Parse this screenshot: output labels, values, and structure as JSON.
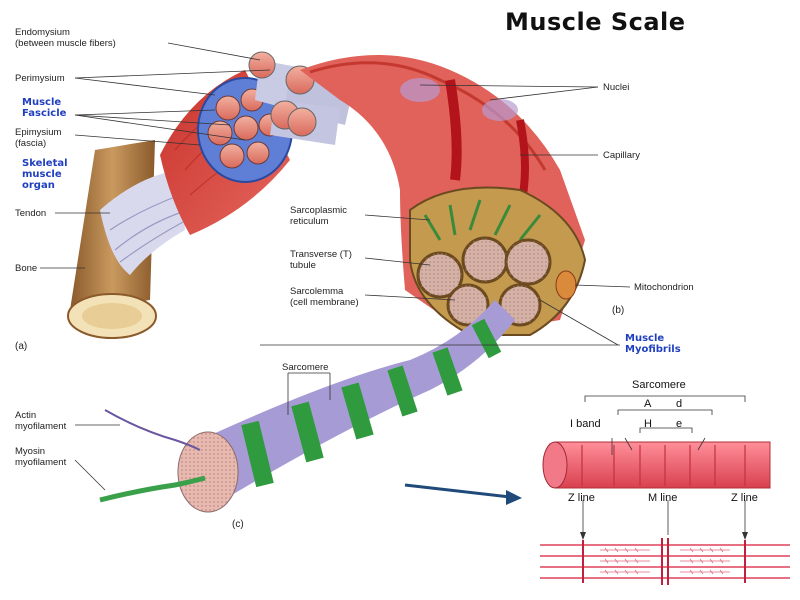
{
  "title": "Muscle Scale",
  "labels_left": {
    "endomysium": "Endomysium\n(between muscle fibers)",
    "perimysium": "Perimysium",
    "muscle_fascicle": "Muscle\nFascicle",
    "epimysium": "Epimysium\n(fascia)",
    "skeletal_muscle_organ": "Skeletal\nmuscle\norgan",
    "tendon": "Tendon",
    "bone": "Bone",
    "part_a": "(a)"
  },
  "labels_right": {
    "nuclei": "Nuclei",
    "capillary": "Capillary",
    "sarcoplasmic_reticulum": "Sarcoplasmic\nreticulum",
    "transverse_tubule": "Transverse (T)\ntubule",
    "sarcolemma": "Sarcolemma\n(cell membrane)",
    "mitochondrion": "Mitochondrion",
    "part_b": "(b)",
    "muscle_myofibrils": "Muscle\nMyofibrils"
  },
  "labels_bottom": {
    "sarcomere": "Sarcomere",
    "actin": "Actin\nmyofilament",
    "myosin": "Myosin\nmyofilament",
    "part_c": "(c)"
  },
  "sarcomere_inset": {
    "sarcomere": "Sarcomere",
    "a": "A",
    "d": "d",
    "i_band": "I band",
    "h": "H",
    "e": "e",
    "z_line_left": "Z line",
    "m_line": "M line",
    "z_line_right": "Z line"
  },
  "colors": {
    "muscle_red": "#d8453d",
    "fiber_pink": "#e89a8a",
    "fascicle_blue": "#6a86d8",
    "myofibril_green": "#2f9a3e",
    "myofibril_purple": "#a79bd6",
    "arrow_navy": "#1f4a7a",
    "label_blue": "#1f3fbf"
  }
}
